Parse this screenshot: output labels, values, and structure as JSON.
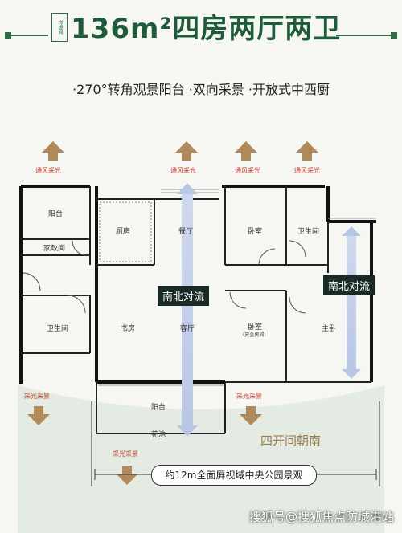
{
  "header": {
    "badge": "样板间",
    "title": "136m²四房两厅两卫",
    "accent_color": "#1f5a3a"
  },
  "subtitle": "·270°转角观景阳台 ·双向采景 ·开放式中西厨",
  "rooms": {
    "balcony_top": "阳台",
    "housework": "家政间",
    "kitchen": "厨房",
    "dining": "餐厅",
    "bedroom1": "卧室",
    "bathroom1": "卫生间",
    "bathroom2": "卫生间",
    "study": "书房",
    "living": "客厅",
    "bedroom2": "卧室",
    "bedroom2_note": "(安全房间)",
    "master": "主卧",
    "balcony_bottom": "阳台",
    "garden": "花池"
  },
  "labels": {
    "ventilation": "通风采光",
    "lighting": "采光采景",
    "ns_flow_1": "南北对流",
    "ns_flow_2": "南北对流",
    "south_facing": "四开间朝南",
    "view": "约12m全面屏视域中央公园景观"
  },
  "watermark": "搜狐号@搜狐焦点防城港站",
  "icons": [
    "arrow-up-icon",
    "arrow-down-icon",
    "double-arrow-icon"
  ]
}
